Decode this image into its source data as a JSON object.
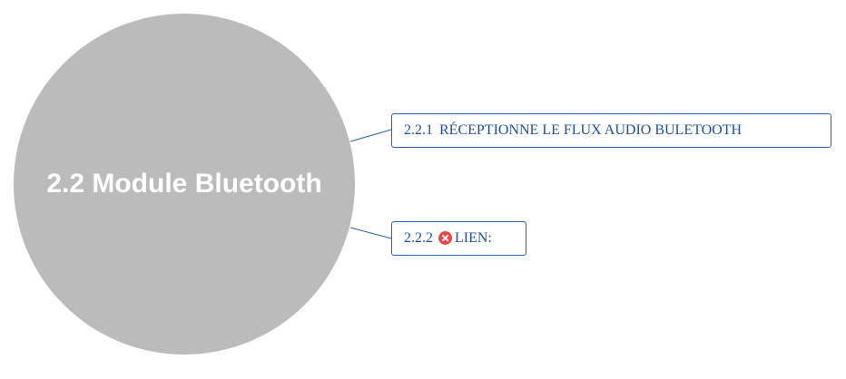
{
  "central": {
    "label": "2.2 Module Bluetooth"
  },
  "topics": [
    {
      "number": "2.2.1",
      "label": "RÉCEPTIONNE LE FLUX AUDIO BULETOOTH"
    },
    {
      "number": "2.2.2",
      "icon": "error-icon",
      "label": "LIEN:"
    }
  ],
  "colors": {
    "central_fill": "#bbbbbb",
    "central_text": "#ffffff",
    "topic_border": "#2a5ea8",
    "topic_text": "#1e4f9a",
    "error_icon": "#e04b4b"
  }
}
